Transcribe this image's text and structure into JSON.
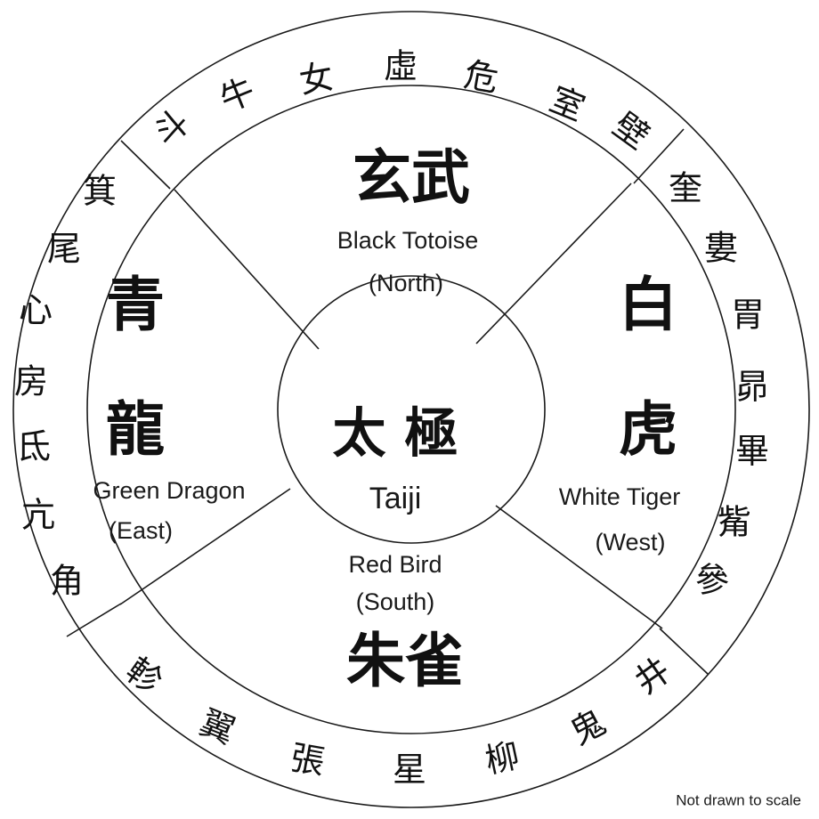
{
  "mansions": {
    "north": [
      "斗",
      "牛",
      "女",
      "虛",
      "危",
      "室",
      "壁"
    ],
    "west": [
      "奎",
      "婁",
      "胃",
      "昴",
      "畢",
      "觜",
      "參"
    ],
    "south": [
      "井",
      "鬼",
      "柳",
      "星",
      "張",
      "翼",
      "軫"
    ],
    "east": [
      "角",
      "亢",
      "氐",
      "房",
      "心",
      "尾",
      "箕"
    ]
  },
  "north": {
    "chinese": "玄武",
    "name": "Black Totoise",
    "direction": "(North)"
  },
  "east": {
    "chinese_1": "青",
    "chinese_2": "龍",
    "name": "Green Dragon",
    "direction": "(East)"
  },
  "west": {
    "chinese_1": "白",
    "chinese_2": "虎",
    "name": "White Tiger",
    "direction": "(West)"
  },
  "south": {
    "chinese": "朱雀",
    "name": "Red Bird",
    "direction": "(South)"
  },
  "center": {
    "chinese": "太 極",
    "name": "Taiji"
  },
  "note": "Not drawn to scale"
}
